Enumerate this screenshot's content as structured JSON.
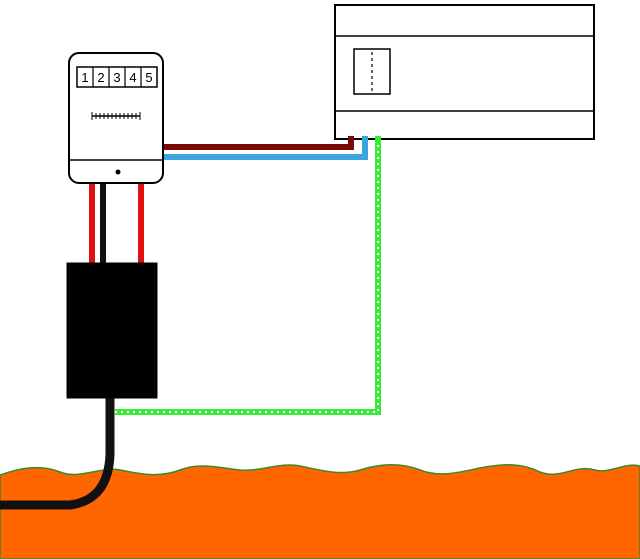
{
  "meter": {
    "digits": [
      "1",
      "2",
      "3",
      "4",
      "5"
    ]
  },
  "colors": {
    "background": "#ffffff",
    "ground": "#ff6600",
    "ground_edge": "#3a8a2a",
    "outline": "#000000",
    "live_wire": "#e01010",
    "neutral_wire": "#111111",
    "supply_brown": "#7a0a0a",
    "supply_blue": "#3aa6e0",
    "earth_green": "#33ee33",
    "earth_dots": "#ffffff"
  },
  "icons": {
    "meter": "electricity-meter-icon",
    "cutout": "service-cutout-icon",
    "consumer_unit": "consumer-unit-icon",
    "main_switch": "main-switch-icon"
  }
}
